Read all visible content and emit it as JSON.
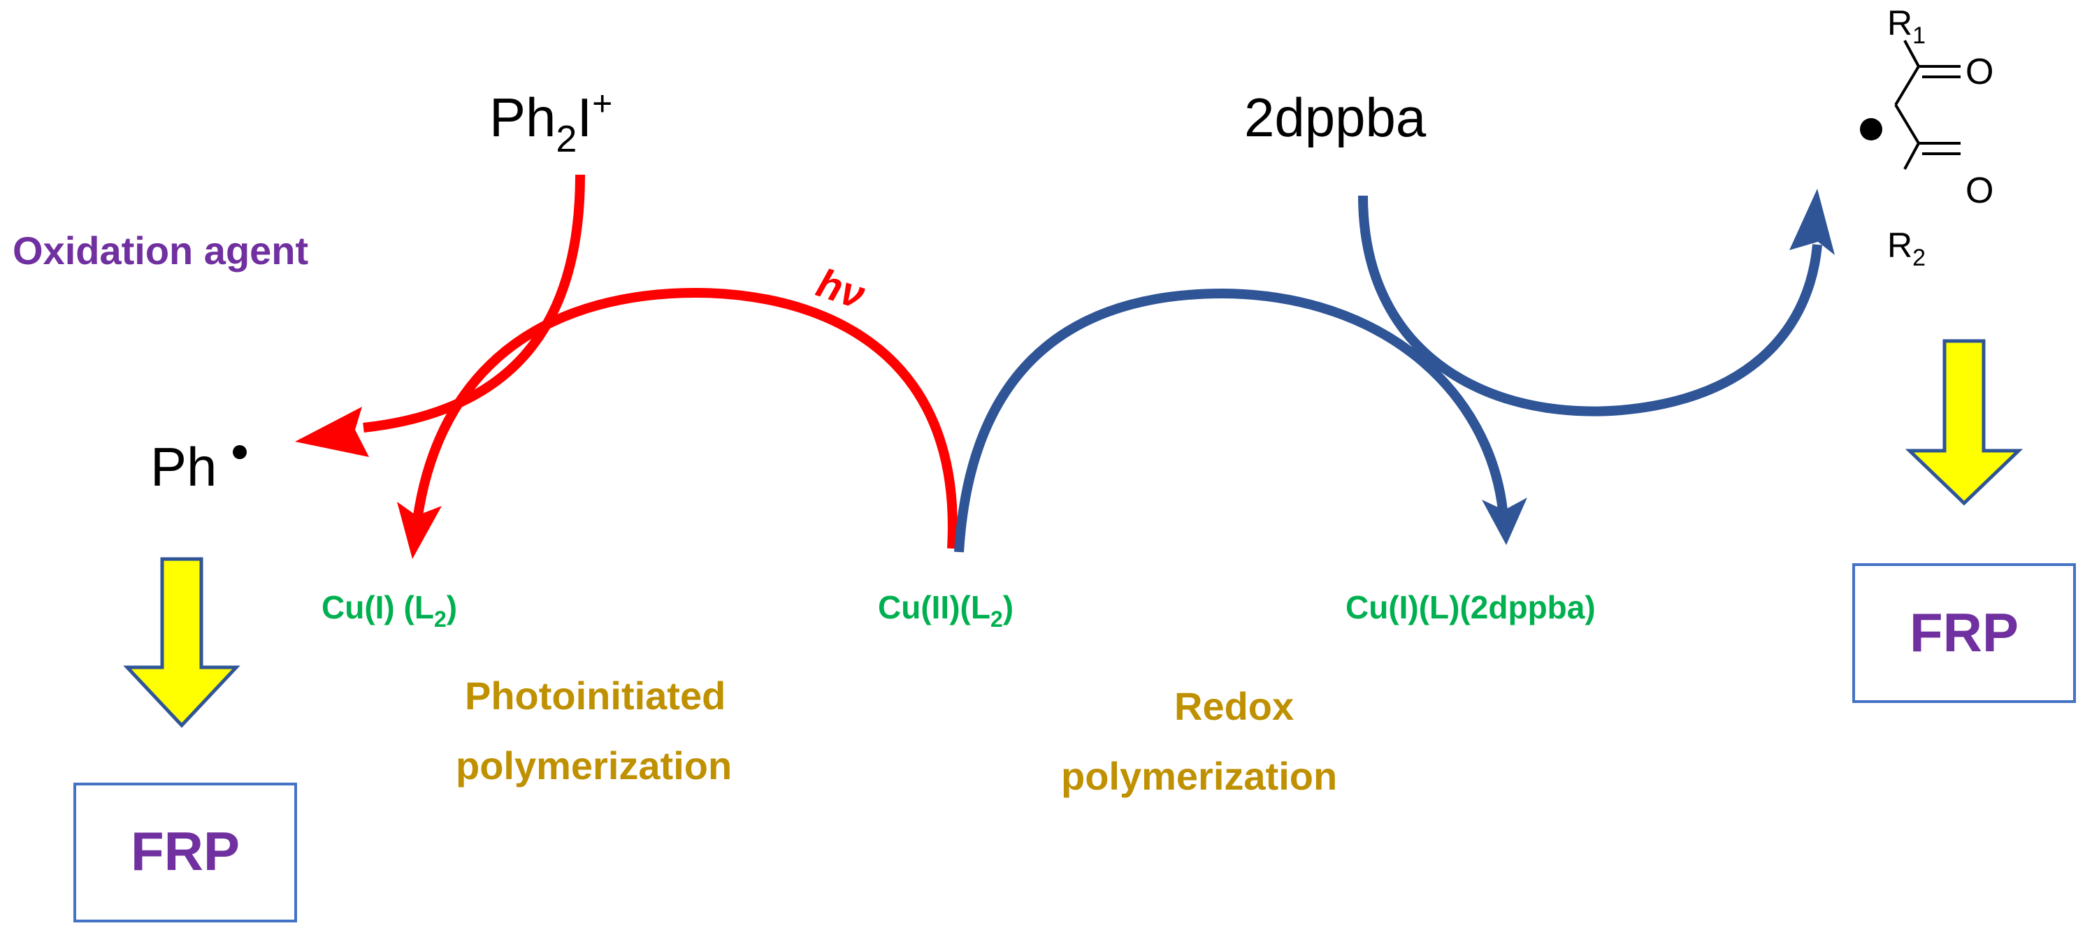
{
  "reagents": {
    "iodonium": {
      "base": "Ph",
      "sub": "2",
      "tail": "I",
      "sup": "+"
    },
    "donor": "2dppba",
    "phenyl_radical": "Ph"
  },
  "labels": {
    "oxidation_agent": "Oxidation agent",
    "light": "hν",
    "photo_line1": "Photoinitiated",
    "photo_line2": "polymerization",
    "redox_line1": "Redox",
    "redox_line2": "polymerization"
  },
  "copper_species": {
    "cu1_l2": {
      "main": "Cu(I) (L",
      "sub": "2",
      "tail": ")"
    },
    "cu2_l2": {
      "main": "Cu(II)(L",
      "sub": "2",
      "tail": ")"
    },
    "cu1_l_dppba": "Cu(I)(L)(2dppba)"
  },
  "structure": {
    "r1": {
      "base": "R",
      "sub": "1"
    },
    "r2": {
      "base": "R",
      "sub": "2"
    },
    "o_top": "O",
    "o_bottom": "O"
  },
  "products": {
    "left": "FRP",
    "right": "FRP"
  },
  "colors": {
    "red_cycle": "#ff0000",
    "blue_cycle": "#2f5597",
    "purple_text": "#7030a0",
    "green_text": "#00b050",
    "gold_text": "#bf9000",
    "yellow_arrow": "#ffff00",
    "yellow_arrow_outline": "#2f5597",
    "box_border": "#4472c4"
  }
}
